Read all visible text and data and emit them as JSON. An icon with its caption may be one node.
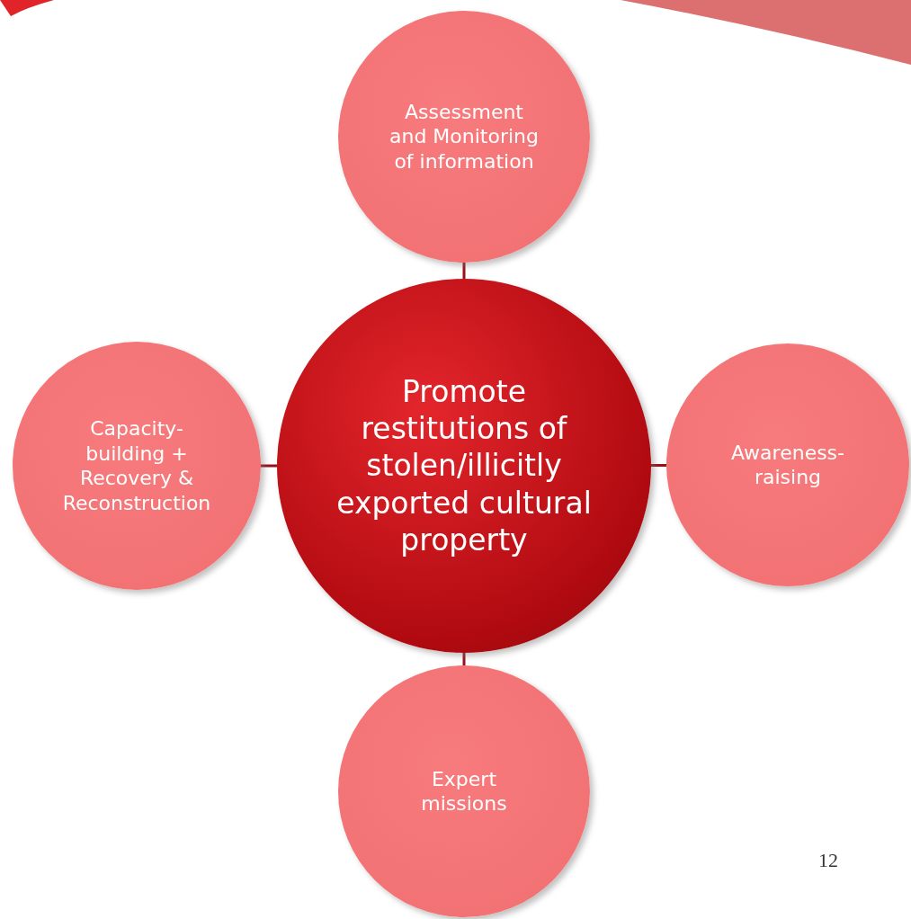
{
  "diagram": {
    "nodes": [
      {
        "text": [
          "Promote restitutions of stolen/illicitly exported cultural property"
        ]
      },
      {
        "text": [
          "Assessment and Monitoring of information"
        ]
      },
      {
        "text": [
          "Capacity-building + Recovery & Reconstruction"
        ]
      },
      {
        "text": [
          "Awareness-raising"
        ]
      },
      {
        "text": [
          "Expert missions"
        ]
      }
    ],
    "edges": [
      {
        "from": 0,
        "to": 1,
        "arrow": "none"
      },
      {
        "from": 0,
        "to": 2,
        "arrow": "none"
      },
      {
        "from": 0,
        "to": 3,
        "arrow": "none"
      },
      {
        "from": 0,
        "to": 4,
        "arrow": "none"
      }
    ],
    "labels": [
      "12"
    ]
  }
}
